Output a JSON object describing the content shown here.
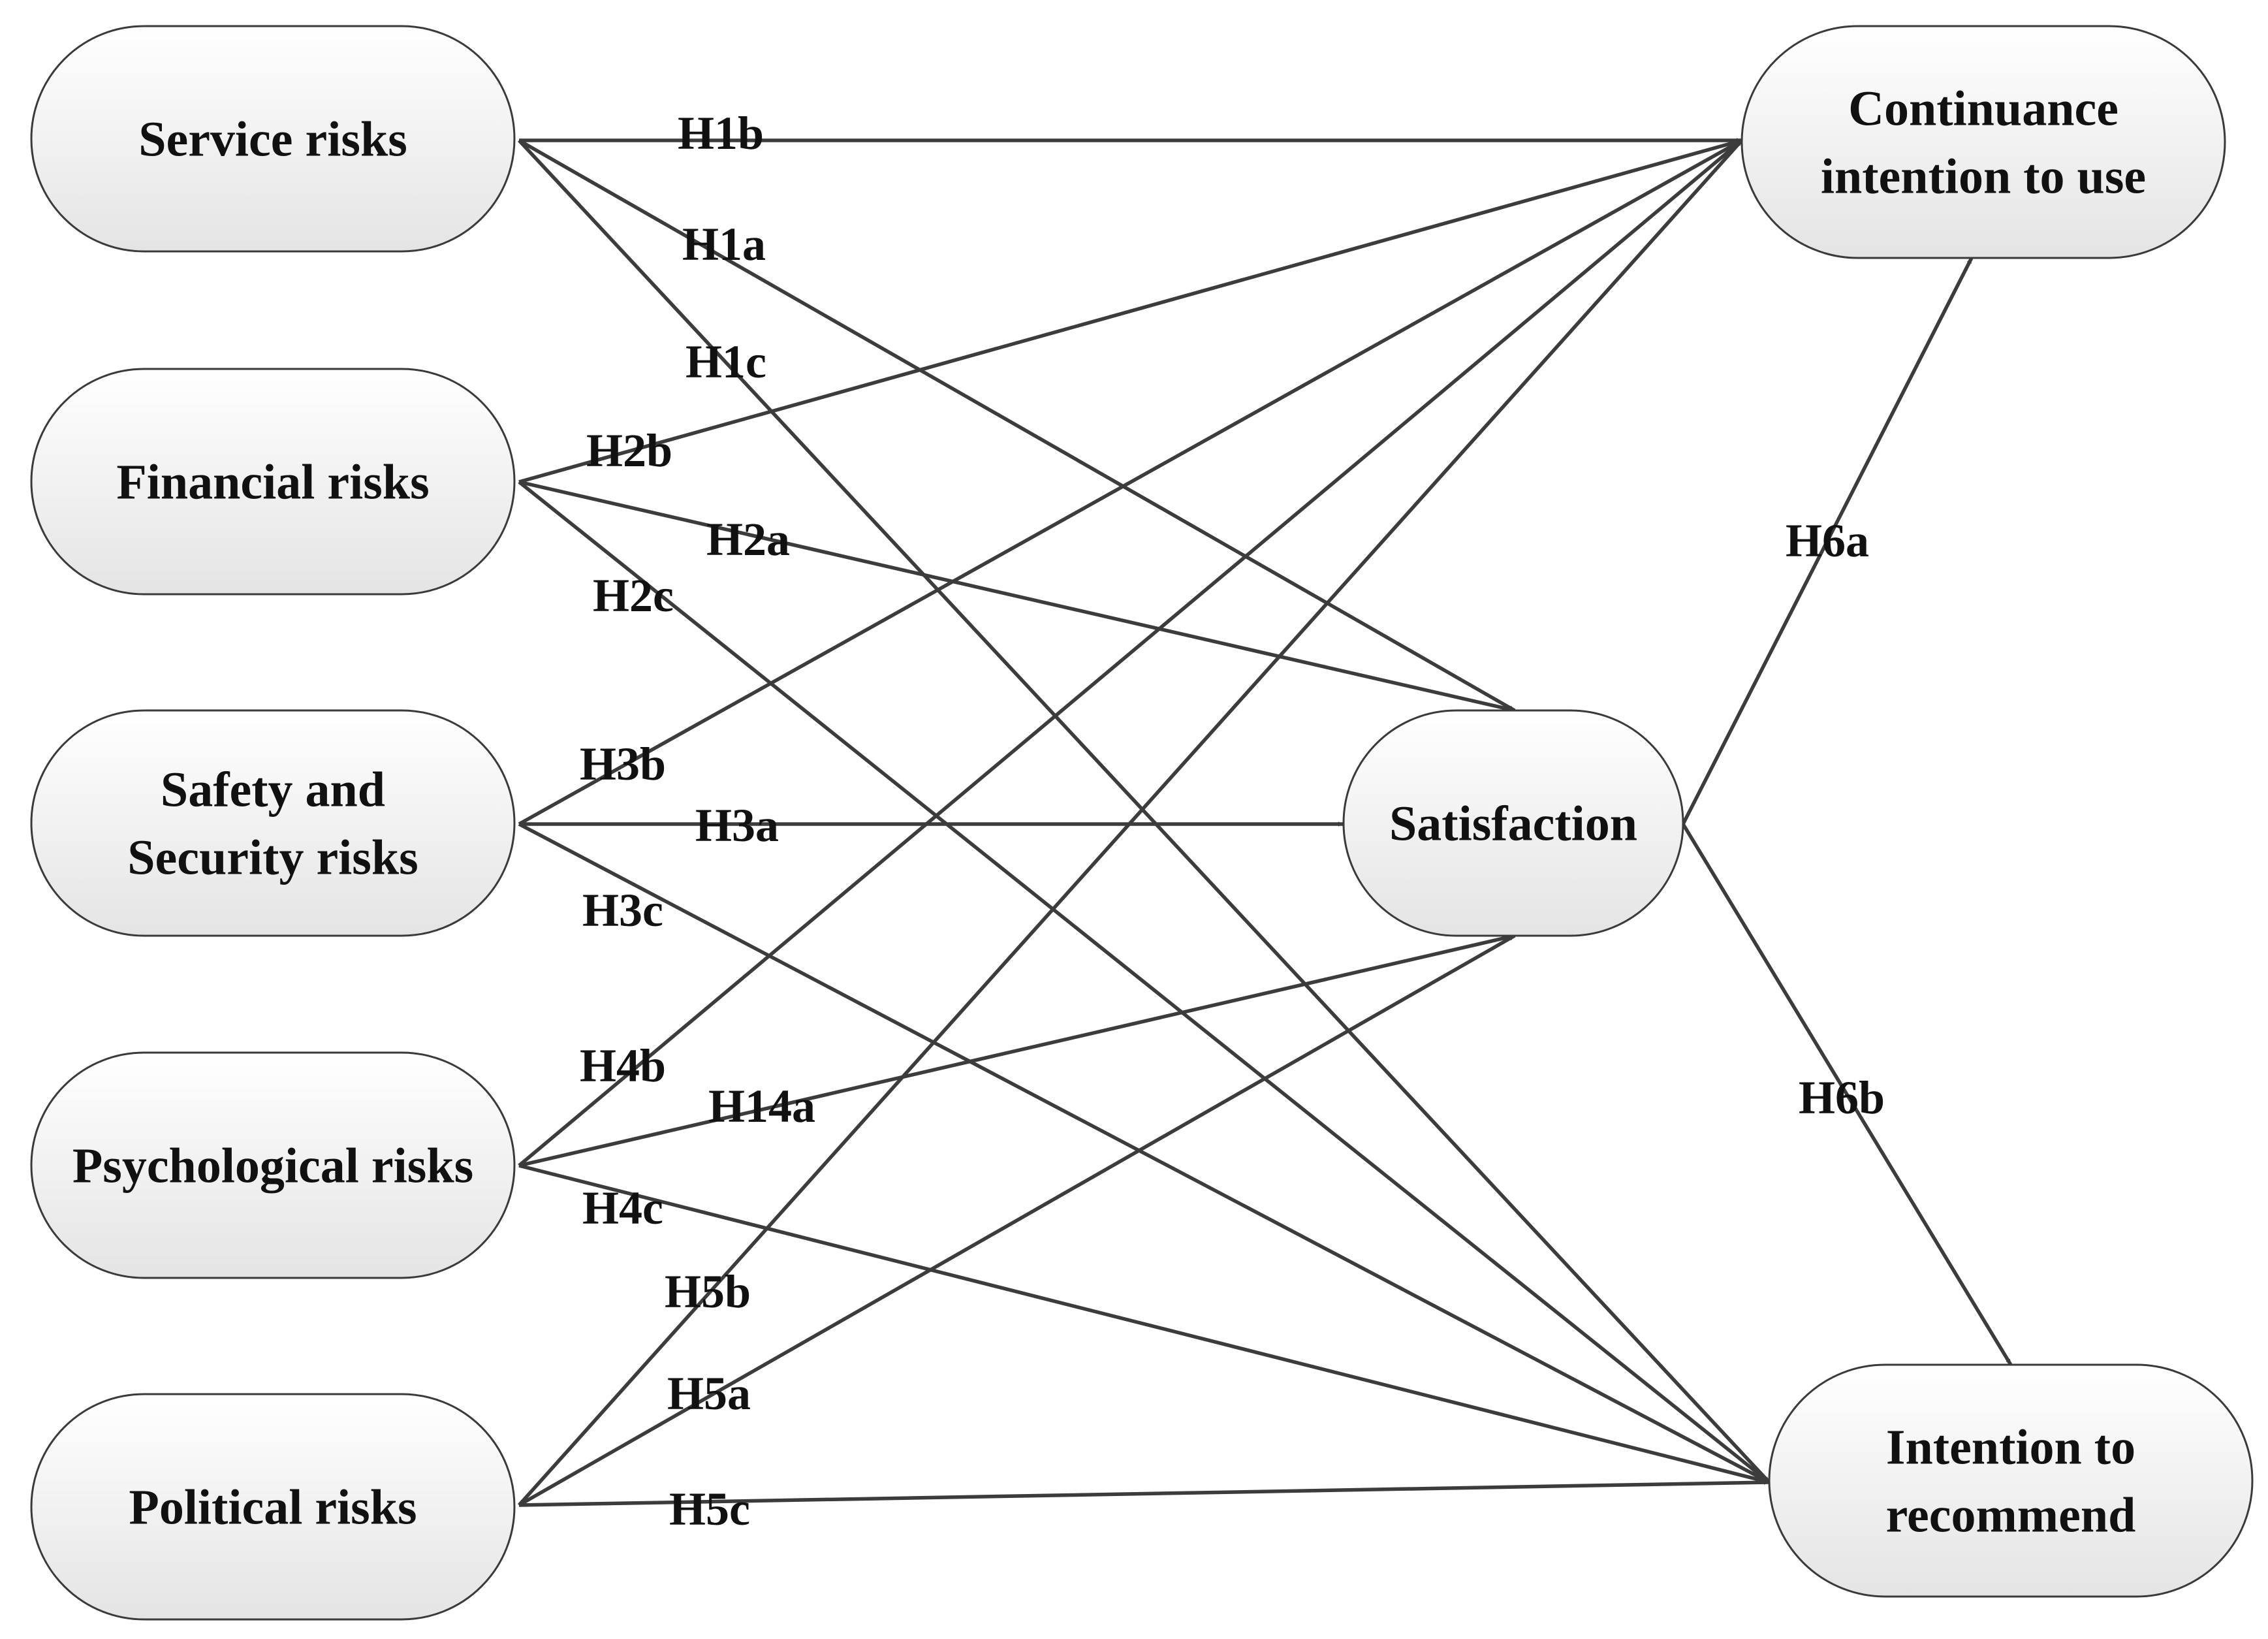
{
  "nodes": {
    "service": {
      "lines": [
        "Service risks"
      ]
    },
    "financial": {
      "lines": [
        "Financial risks"
      ]
    },
    "safety": {
      "lines": [
        "Safety and",
        "Security risks"
      ]
    },
    "psychological": {
      "lines": [
        "Psychological risks"
      ]
    },
    "political": {
      "lines": [
        "Political risks"
      ]
    },
    "satisfaction": {
      "lines": [
        "Satisfaction"
      ]
    },
    "continuance": {
      "lines": [
        "Continuance",
        "intention to use"
      ]
    },
    "recommend": {
      "lines": [
        "Intention to",
        "recommend"
      ]
    }
  },
  "edges": [
    {
      "id": "H1a",
      "label": "H1a",
      "from": "service",
      "to": "satisfaction"
    },
    {
      "id": "H1b",
      "label": "H1b",
      "from": "service",
      "to": "continuance"
    },
    {
      "id": "H1c",
      "label": "H1c",
      "from": "service",
      "to": "recommend"
    },
    {
      "id": "H2a",
      "label": "H2a",
      "from": "financial",
      "to": "satisfaction"
    },
    {
      "id": "H2b",
      "label": "H2b",
      "from": "financial",
      "to": "continuance"
    },
    {
      "id": "H2c",
      "label": "H2c",
      "from": "financial",
      "to": "recommend"
    },
    {
      "id": "H3a",
      "label": "H3a",
      "from": "safety",
      "to": "satisfaction"
    },
    {
      "id": "H3b",
      "label": "H3b",
      "from": "safety",
      "to": "continuance"
    },
    {
      "id": "H3c",
      "label": "H3c",
      "from": "safety",
      "to": "recommend"
    },
    {
      "id": "H14a",
      "label": "H14a",
      "from": "psychological",
      "to": "satisfaction"
    },
    {
      "id": "H4b",
      "label": "H4b",
      "from": "psychological",
      "to": "continuance"
    },
    {
      "id": "H4c",
      "label": "H4c",
      "from": "psychological",
      "to": "recommend"
    },
    {
      "id": "H5a",
      "label": "H5a",
      "from": "political",
      "to": "satisfaction"
    },
    {
      "id": "H5b",
      "label": "H5b",
      "from": "political",
      "to": "continuance"
    },
    {
      "id": "H5c",
      "label": "H5c",
      "from": "political",
      "to": "recommend"
    },
    {
      "id": "H6a",
      "label": "H6a",
      "from": "satisfaction",
      "to": "continuance"
    },
    {
      "id": "H6b",
      "label": "H6b",
      "from": "satisfaction",
      "to": "recommend"
    }
  ]
}
